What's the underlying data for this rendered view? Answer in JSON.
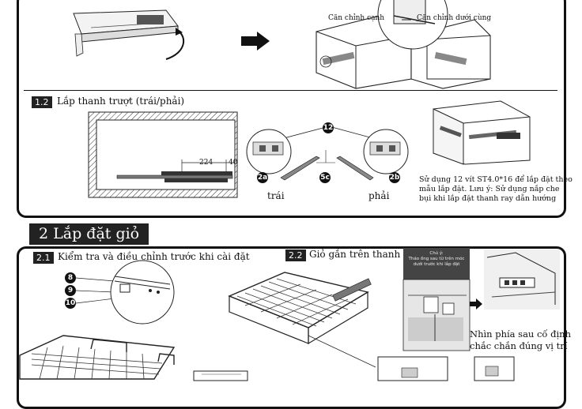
{
  "top": {
    "label_left": "Căn chỉnh cạnh",
    "label_right": "Căn chỉnh dưới cùng"
  },
  "step_1_2": {
    "number": "1.2",
    "title": "Lắp thanh trượt (trái/phải)",
    "dim_224": "224",
    "dim_40": "40",
    "callout_12": "12",
    "callout_2a": "2a",
    "callout_2b": "2b",
    "callout_5c": "5c",
    "left_label": "trái",
    "right_label": "phải",
    "instruction_line1": "Sử dụng 12 vít  ST4.0*16 để lắp đặt theo",
    "instruction_line2": "mẫu lắp đặt. Lưu ý: Sử dụng nắp che",
    "instruction_line3": "bụi khi lắp đặt thanh ray dẫn hướng"
  },
  "section_2": {
    "heading": "2 Lắp đặt giỏ"
  },
  "step_2_1": {
    "number": "2.1",
    "title": "Kiểm tra và điều chỉnh trước khi cài đặt",
    "callouts": [
      "8",
      "9",
      "10"
    ]
  },
  "step_2_2": {
    "number": "2.2",
    "title": "Giỏ gắn trên thanh ray",
    "note_line1": "Chú ý:",
    "note_line2": "Tháo ống sau từ trên móc",
    "note_line3": "dưới trước khi lắp đặt",
    "caption_line1": "Nhìn phía sau cố định",
    "caption_line2": "chắc chắn đúng vị trí"
  }
}
